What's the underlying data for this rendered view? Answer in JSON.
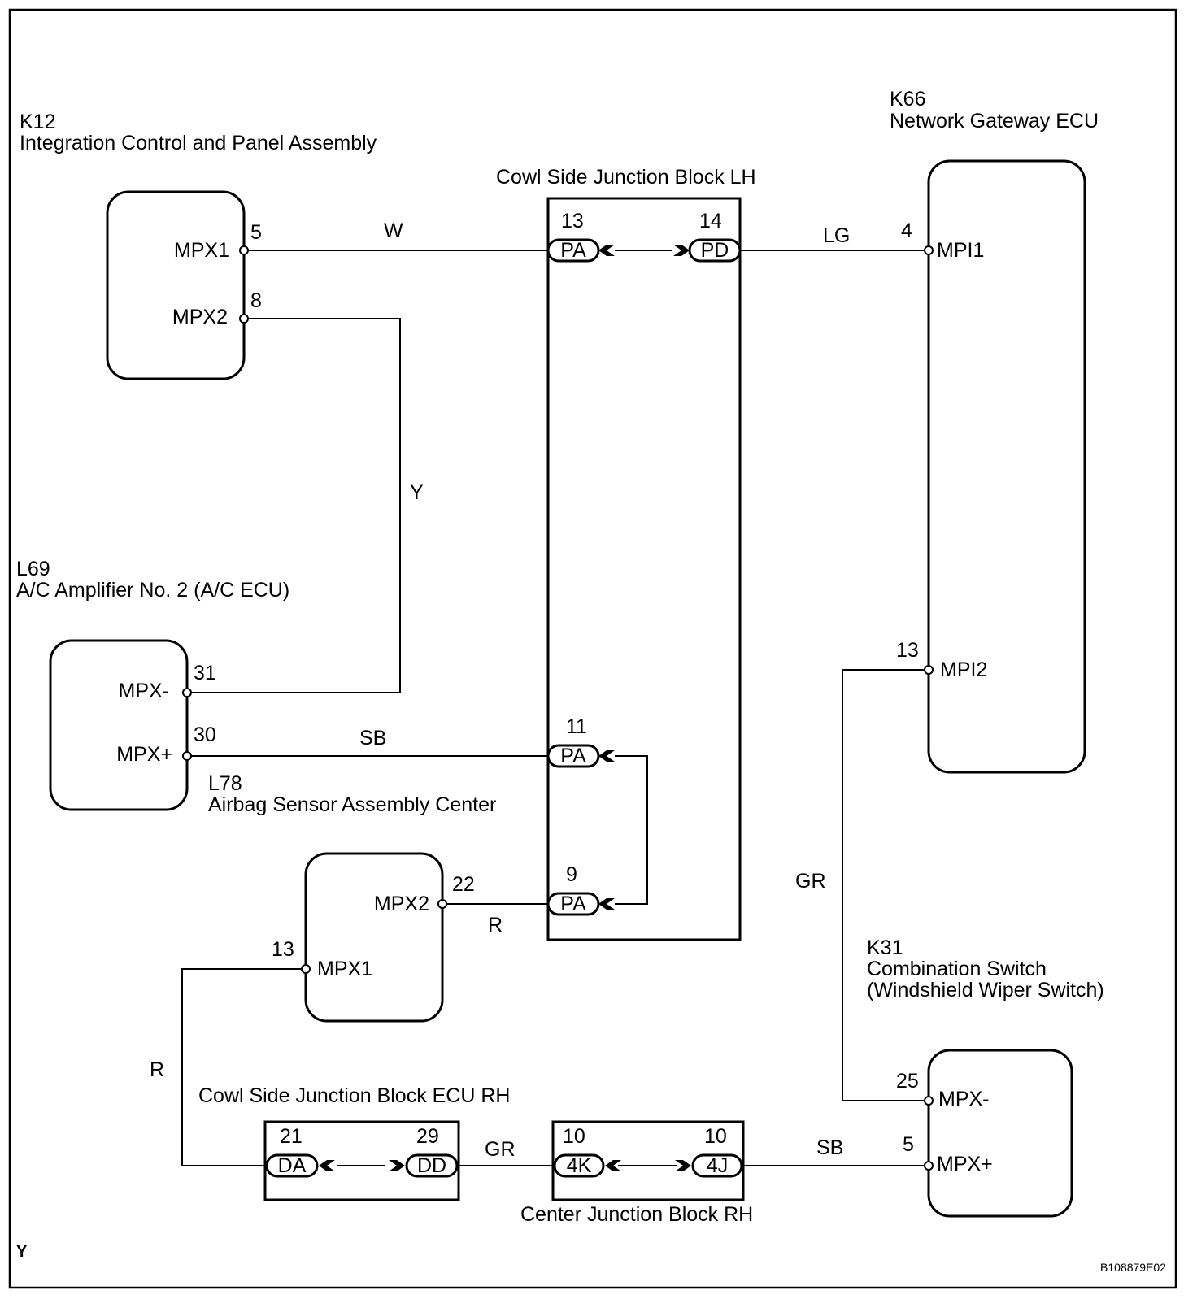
{
  "components": {
    "k12": {
      "code": "K12",
      "name": "Integration Control and Panel Assembly",
      "pins": {
        "mpx1_name": "MPX1",
        "mpx1_no": "5",
        "mpx2_name": "MPX2",
        "mpx2_no": "8"
      }
    },
    "k66": {
      "code": "K66",
      "name": "Network Gateway ECU",
      "pins": {
        "mpi1_name": "MPI1",
        "mpi1_no": "4",
        "mpi2_name": "MPI2",
        "mpi2_no": "13"
      }
    },
    "l69": {
      "code": "L69",
      "name": "A/C Amplifier No. 2 (A/C ECU)",
      "pins": {
        "mpx_minus_name": "MPX-",
        "mpx_minus_no": "31",
        "mpx_plus_name": "MPX+",
        "mpx_plus_no": "30"
      }
    },
    "l78": {
      "code": "L78",
      "name": "Airbag Sensor Assembly Center",
      "pins": {
        "mpx2_name": "MPX2",
        "mpx2_no": "22",
        "mpx1_name": "MPX1",
        "mpx1_no": "13"
      }
    },
    "k31": {
      "code": "K31",
      "name_line1": "Combination Switch",
      "name_line2": "(Windshield Wiper Switch)",
      "pins": {
        "mpx_minus_name": "MPX-",
        "mpx_minus_no": "25",
        "mpx_plus_name": "MPX+",
        "mpx_plus_no": "5"
      }
    }
  },
  "junction_blocks": {
    "cowl_lh": {
      "name": "Cowl Side Junction Block LH",
      "c13_no": "13",
      "c13_name": "PA",
      "c14_no": "14",
      "c14_name": "PD",
      "c11_no": "11",
      "c11_name": "PA",
      "c9_no": "9",
      "c9_name": "PA"
    },
    "cowl_ecu_rh": {
      "name": "Cowl Side Junction Block ECU RH",
      "c21_no": "21",
      "c21_name": "DA",
      "c29_no": "29",
      "c29_name": "DD"
    },
    "center_rh": {
      "name": "Center Junction Block RH",
      "c10a_no": "10",
      "c10a_name": "4K",
      "c10b_no": "10",
      "c10b_name": "4J"
    }
  },
  "wires": {
    "w1": "W",
    "lg": "LG",
    "y": "Y",
    "sb1": "SB",
    "r1": "R",
    "r2": "R",
    "gr1": "GR",
    "gr2": "GR",
    "sb2": "SB"
  },
  "footer": {
    "y_label": "Y",
    "figure_code": "B108879E02"
  }
}
